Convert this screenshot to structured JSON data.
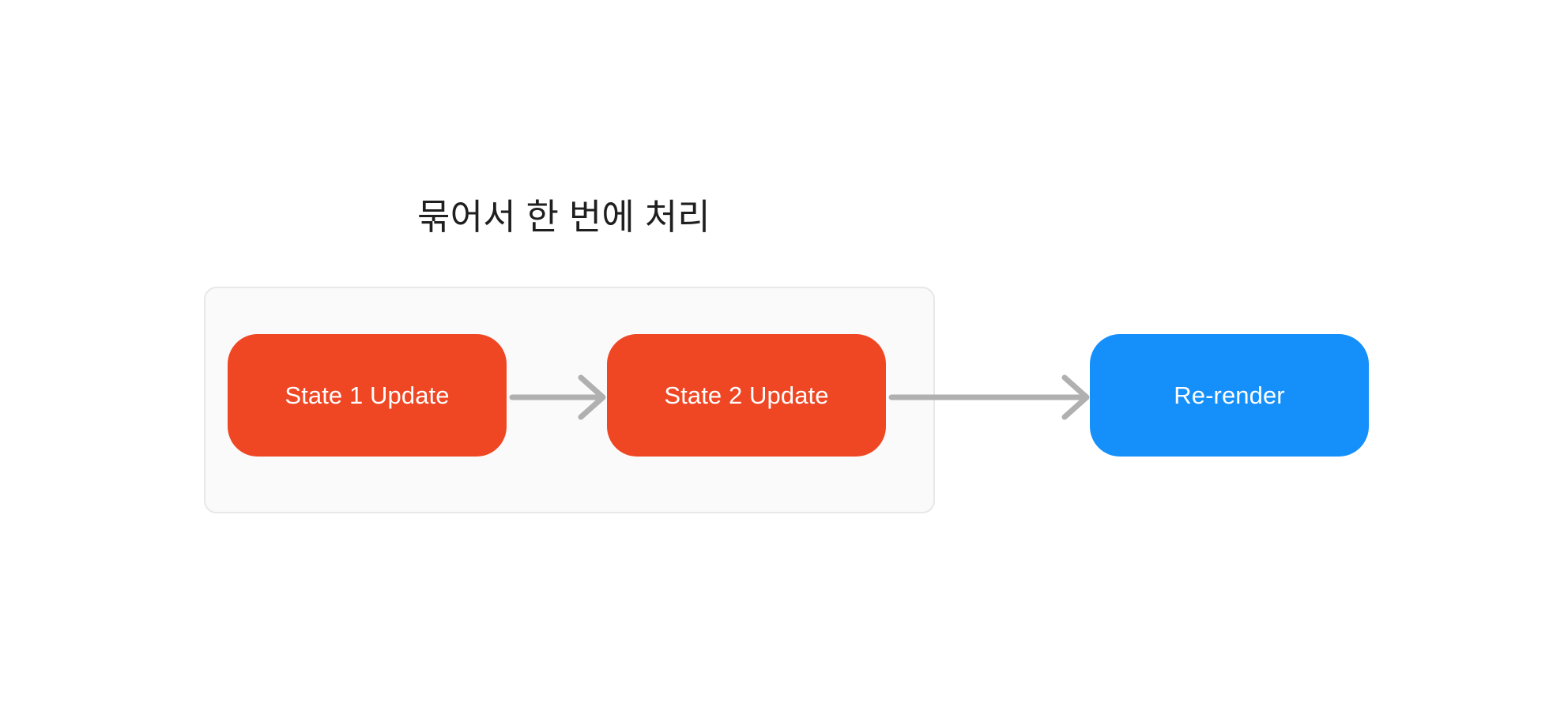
{
  "diagram": {
    "title": "묶어서 한 번에 처리",
    "background_color": "#ffffff",
    "type": "flow",
    "group": {
      "label": "",
      "fill_color": "#fafafa",
      "border_color": "#e8e8e8",
      "contains": [
        "State 1 Update",
        "State 2 Update"
      ]
    },
    "nodes": [
      {
        "id": "state1",
        "label": "State 1 Update",
        "color": "#ef4724",
        "text_color": "#ffffff",
        "shape": "rounded-rect",
        "inside_group": true
      },
      {
        "id": "state2",
        "label": "State 2 Update",
        "color": "#ef4724",
        "text_color": "#ffffff",
        "shape": "rounded-rect",
        "inside_group": true
      },
      {
        "id": "rerender",
        "label": "Re-render",
        "color": "#1590fb",
        "text_color": "#ffffff",
        "shape": "rounded-rect",
        "inside_group": false
      }
    ],
    "edges": [
      {
        "id": "edge-state1-state2",
        "from": "state1",
        "to": "state2",
        "label": "",
        "color": "#b0b0b0",
        "style": "solid-arrow"
      },
      {
        "id": "edge-state2-rerender",
        "from": "state2",
        "to": "rerender",
        "label": "",
        "color": "#b0b0b0",
        "style": "solid-arrow"
      }
    ]
  }
}
